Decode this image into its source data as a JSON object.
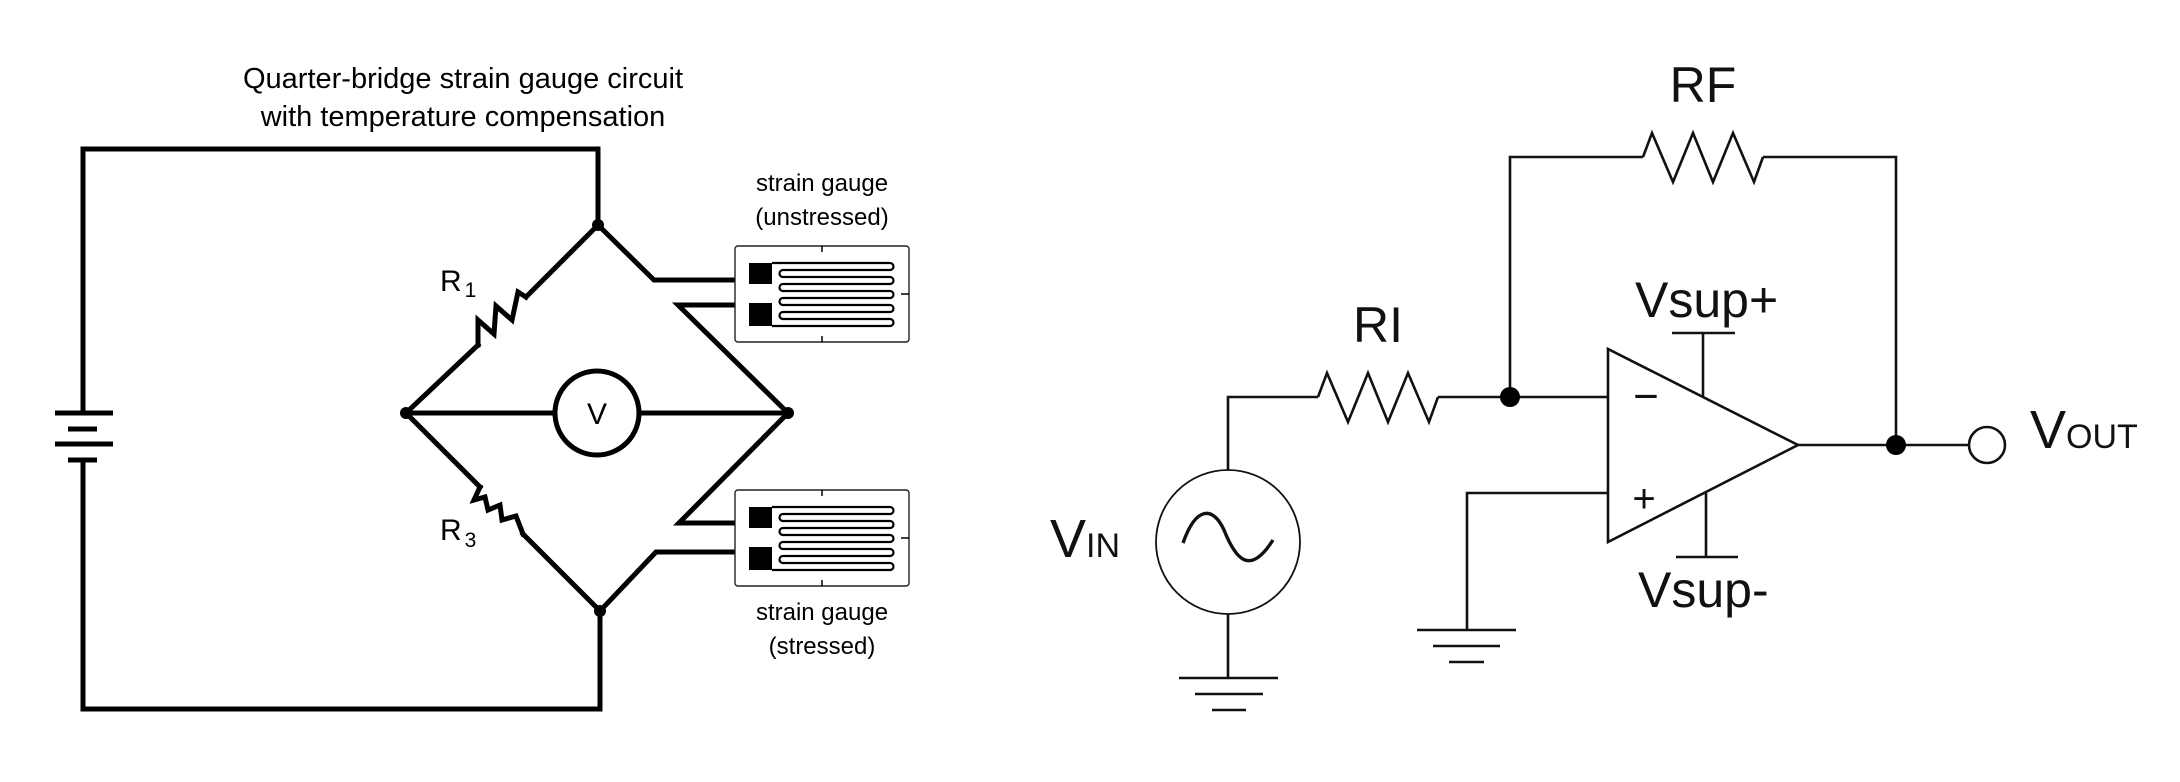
{
  "bridge_circuit": {
    "title_line1": "Quarter-bridge strain gauge circuit",
    "title_line2": "with temperature compensation",
    "resistors": [
      {
        "name": "R",
        "subscript": "1"
      },
      {
        "name": "R",
        "subscript": "3"
      }
    ],
    "meter_label": "V",
    "gauges": [
      {
        "line1": "strain gauge",
        "line2": "(unstressed)"
      },
      {
        "line1": "strain gauge",
        "line2": "(stressed)"
      }
    ],
    "icons": [
      "battery-icon",
      "resistor-icon",
      "voltmeter-icon",
      "strain-gauge-icon",
      "junction-dot-icon"
    ]
  },
  "amplifier_circuit": {
    "feedback_resistor": "RF",
    "input_resistor": "RI",
    "supply_positive": "Vsup+",
    "supply_negative": "Vsup-",
    "inverting_sign": "−",
    "noninverting_sign": "+",
    "input_label_main": "V",
    "input_label_sub": "IN",
    "output_label_main": "V",
    "output_label_sub": "OUT",
    "icons": [
      "ac-source-icon",
      "op-amp-icon",
      "ground-icon",
      "output-terminal-icon",
      "resistor-icon",
      "junction-dot-icon"
    ]
  }
}
